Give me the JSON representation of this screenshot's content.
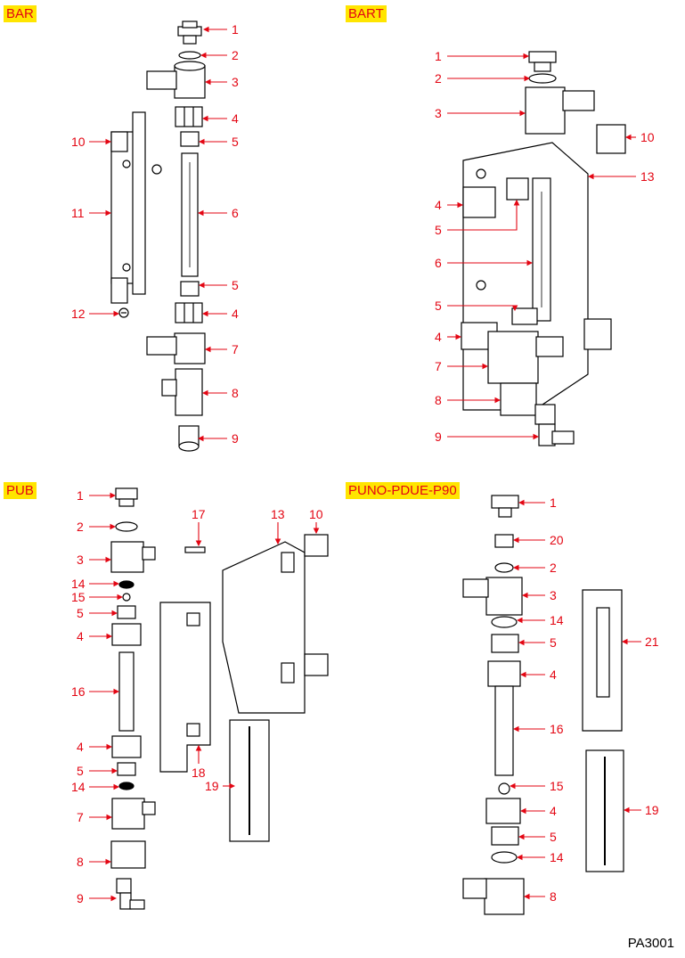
{
  "sections": {
    "bar": "BAR",
    "bart": "BART",
    "pub": "PUB",
    "puno": "PUNO-PDUE-P90"
  },
  "doc_code": "PA3001",
  "colors": {
    "label": "#e30613",
    "highlight": "#ffe500",
    "line": "#000000"
  },
  "callouts": {
    "bar": [
      "1",
      "2",
      "3",
      "4",
      "5",
      "6",
      "5",
      "4",
      "7",
      "8",
      "9",
      "10",
      "11",
      "12"
    ],
    "bart": [
      "1",
      "2",
      "3",
      "4",
      "5",
      "6",
      "5",
      "4",
      "7",
      "8",
      "9",
      "10",
      "13"
    ],
    "pub": [
      "1",
      "2",
      "3",
      "14",
      "15",
      "5",
      "4",
      "16",
      "4",
      "5",
      "14",
      "7",
      "8",
      "9",
      "17",
      "13",
      "10",
      "18",
      "19"
    ],
    "puno": [
      "1",
      "20",
      "2",
      "3",
      "14",
      "5",
      "4",
      "16",
      "15",
      "4",
      "5",
      "14",
      "8",
      "21",
      "19"
    ]
  }
}
